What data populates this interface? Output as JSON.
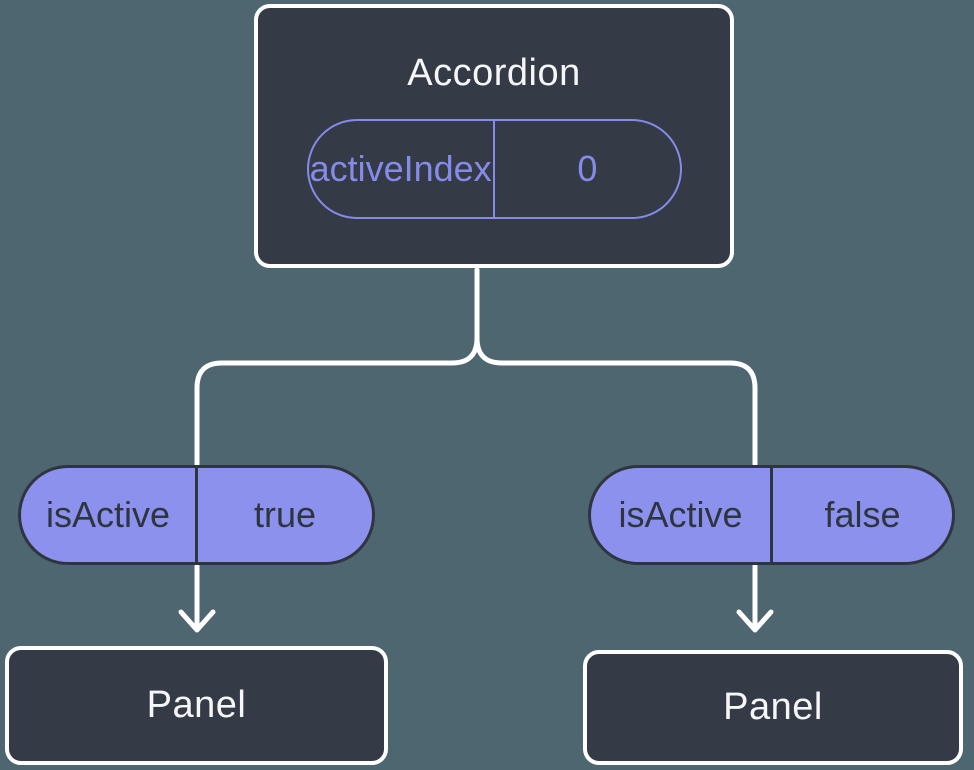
{
  "diagram": {
    "root": {
      "title": "Accordion",
      "state": {
        "name": "activeIndex",
        "value": "0"
      }
    },
    "children": [
      {
        "prop": {
          "name": "isActive",
          "value": "true"
        },
        "panel_label": "Panel"
      },
      {
        "prop": {
          "name": "isActive",
          "value": "false"
        },
        "panel_label": "Panel"
      }
    ]
  },
  "colors": {
    "background": "#4d6670",
    "card_background": "#343a46",
    "card_border": "#ffffff",
    "accent_purple": "#858be8",
    "prop_pill_fill": "#8b91ec",
    "prop_pill_dark": "#2f3540",
    "connector": "#ffffff",
    "title_text": "#f5f6f8"
  }
}
